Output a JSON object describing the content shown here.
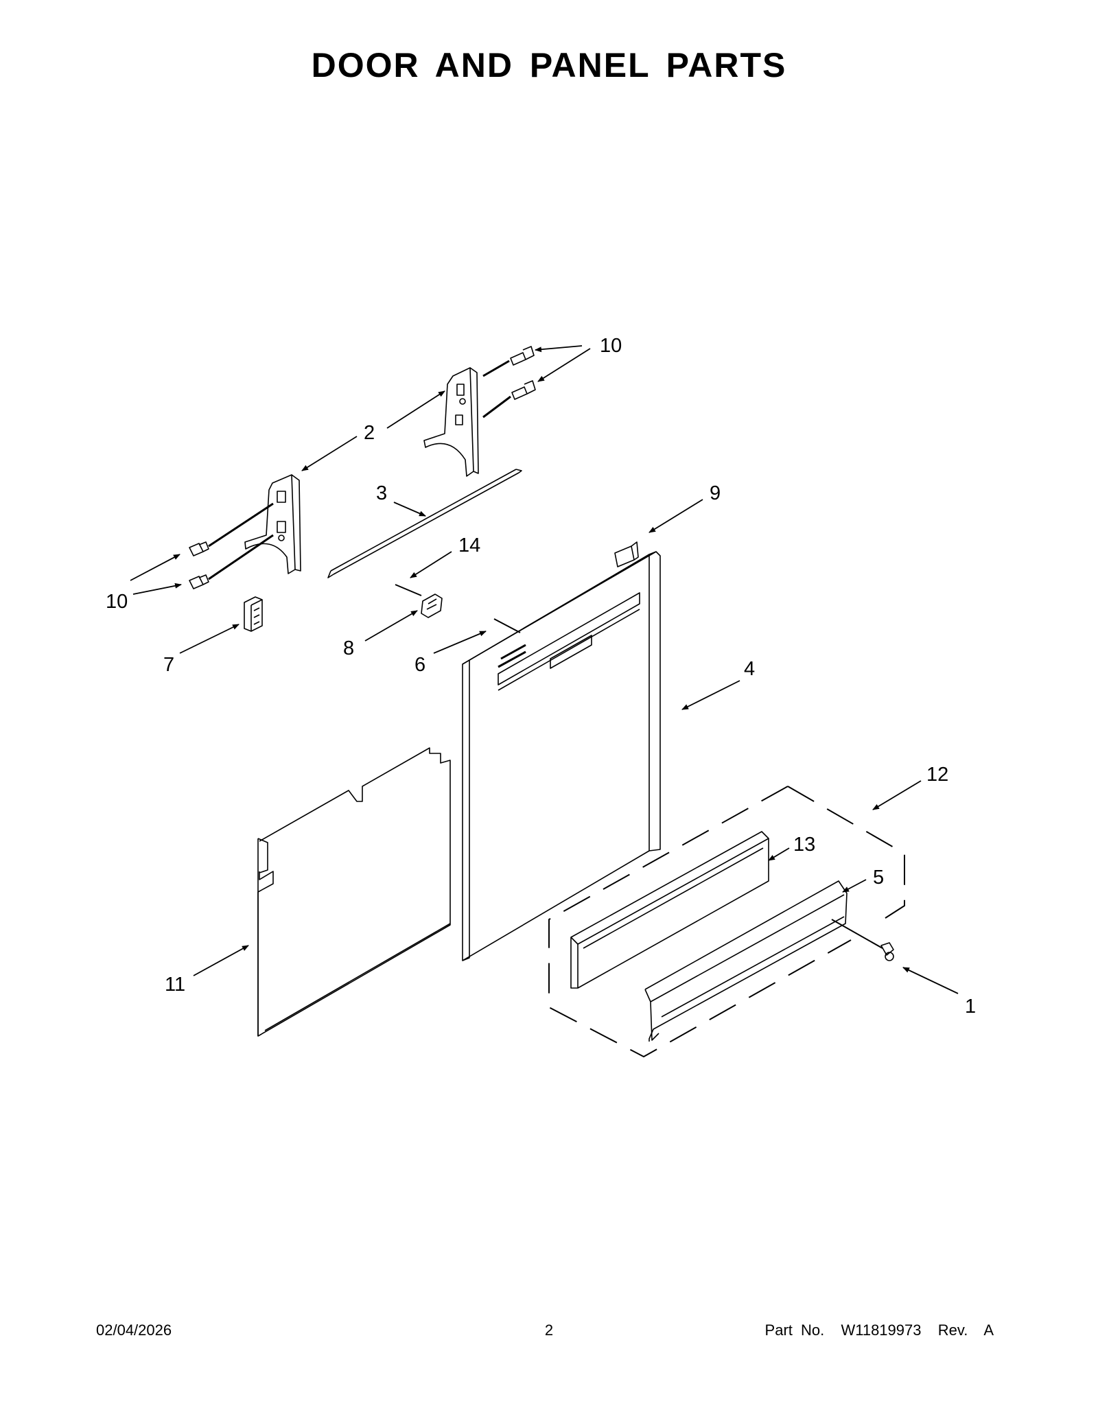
{
  "title": "DOOR AND PANEL PARTS",
  "callouts": {
    "c1": "1",
    "c2": "2",
    "c3": "3",
    "c4": "4",
    "c5": "5",
    "c6": "6",
    "c7": "7",
    "c8": "8",
    "c9": "9",
    "c10a": "10",
    "c10b": "10",
    "c11": "11",
    "c12": "12",
    "c13": "13",
    "c14": "14"
  },
  "footer": {
    "date": "02/04/2026",
    "page": "2",
    "part": "Part No.  W11819973  Rev.  A"
  }
}
